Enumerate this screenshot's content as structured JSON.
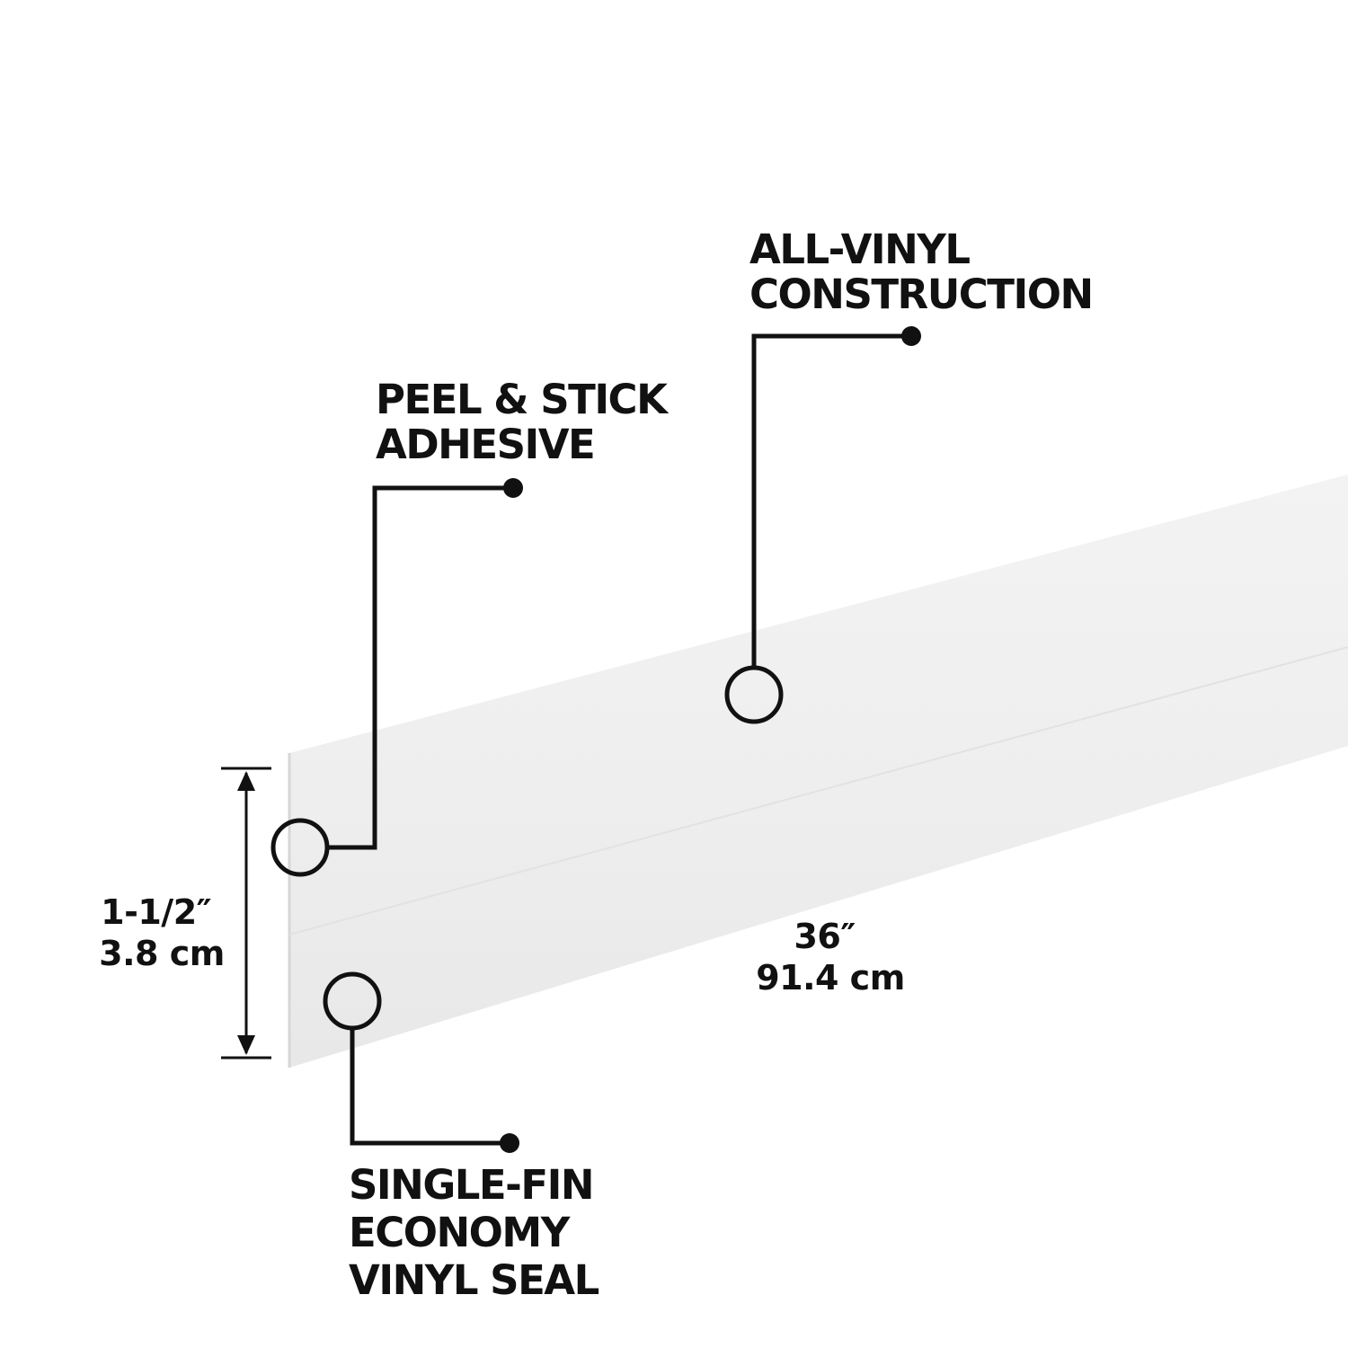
{
  "callouts": {
    "all_vinyl": {
      "line1": "ALL-VINYL",
      "line2": "CONSTRUCTION"
    },
    "peel_stick": {
      "line1": "PEEL & STICK",
      "line2": "ADHESIVE"
    },
    "single_fin": {
      "line1": "SINGLE-FIN",
      "line2": "ECONOMY",
      "line3": "VINYL SEAL"
    }
  },
  "dimensions": {
    "height": {
      "imperial": "1-1/2″",
      "metric": "3.8 cm"
    },
    "length": {
      "imperial": "36″",
      "metric": "91.4 cm"
    }
  },
  "colors": {
    "strip_top": "#f2f2f2",
    "strip_bottom": "#e9e9e9",
    "line": "#111111",
    "background": "#ffffff"
  }
}
